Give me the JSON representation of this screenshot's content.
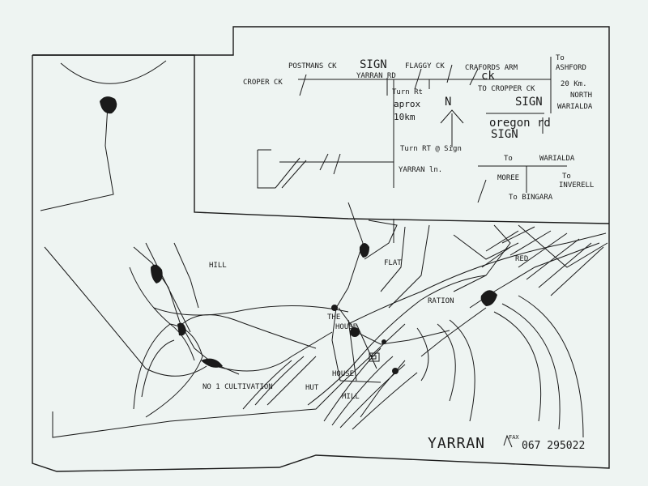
{
  "legend": {
    "postmans_ck": "POSTMANS CK",
    "sign_1": "SIGN",
    "flaggy_ck": "FLAGGY CK",
    "crafords_arm": "CRAFORDS ARM",
    "to_ashford": "To",
    "ashford": "ASHFORD",
    "croper_ck": "CROPER CK",
    "yarran_rd": "YARRAN RD",
    "ck": "ck",
    "distance_20km": "20 Km.",
    "north": "NORTH",
    "turn_rt": "Turn Rt",
    "to_cropper_ck": "TO CROPPER CK",
    "warialda_1": "WARIALDA",
    "aprox": "aprox",
    "dist_10km": "10km",
    "north_arrow": "N",
    "sign_2": "SIGN",
    "oregon_rd": "oregon rd",
    "sign_3": "SIGN",
    "turn_rt_sign": "Turn RT @ Sign",
    "to_warialda": "To",
    "warialda_2": "WARIALDA",
    "yarran_ln": "YARRAN ln.",
    "moree": "MOREE",
    "to_inverell": "To",
    "inverell": "INVERELL",
    "to_bingara": "To BINGARA"
  },
  "paddocks": {
    "hill": "HILL",
    "flat": "FLAT",
    "red": "RED",
    "ration": "RATION",
    "the": "THE",
    "house_top": "HOUSE",
    "no1_cultivation": "NO 1 CULTIVATION",
    "hut": "HUT",
    "house": "HOUSE",
    "mill": "MILL"
  },
  "footer": {
    "property_name": "YARRAN",
    "fax_label": "FAX",
    "fax_number": "067 295022"
  },
  "colors": {
    "paper": "#eef4f2",
    "ink": "#1a1a1a"
  }
}
